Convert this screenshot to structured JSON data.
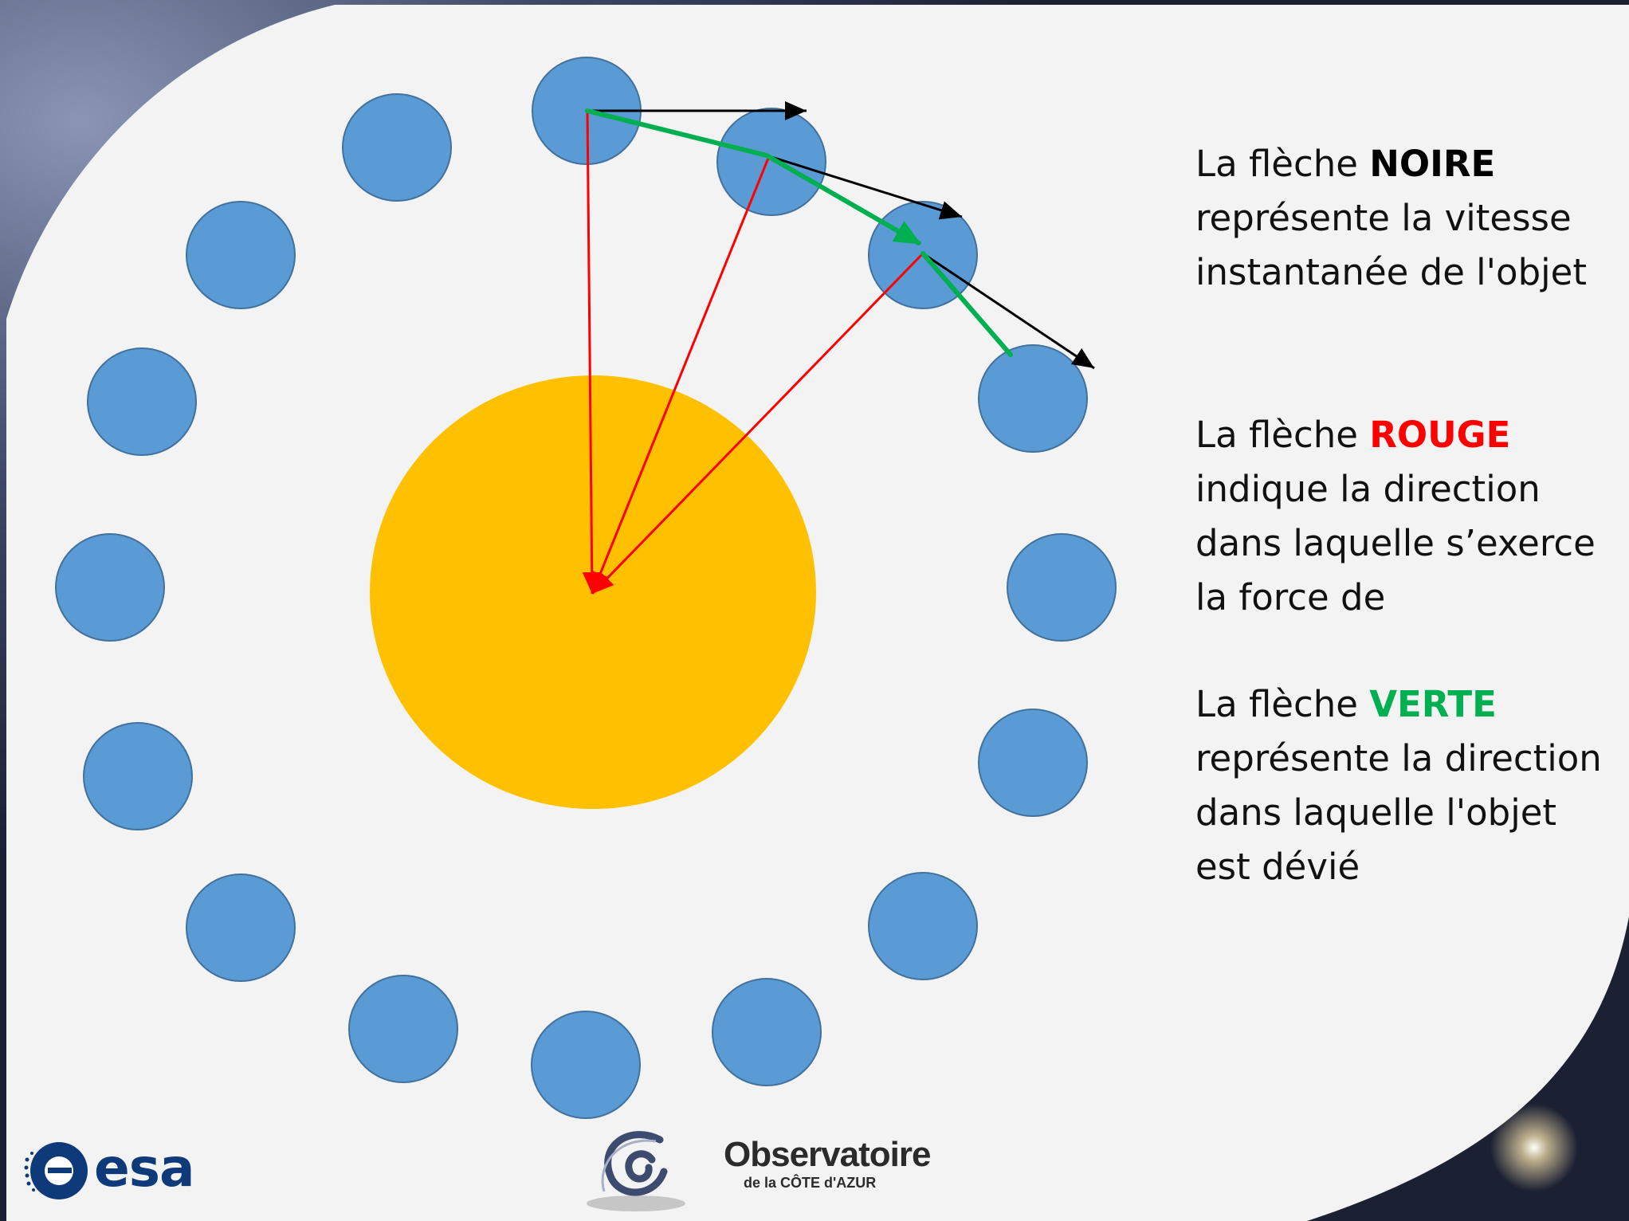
{
  "legend": {
    "black": {
      "prefix": "La flèche ",
      "keyword": "NOIRE",
      "rest": "représente la vitesse instantanée de l'objet",
      "color": "#000000"
    },
    "red": {
      "prefix": "La flèche ",
      "keyword": "ROUGE",
      "rest": "indique la direction dans laquelle s’exerce la force de",
      "color": "#ff0000"
    },
    "green": {
      "prefix": "La flèche ",
      "keyword": "VERTE",
      "rest": "représente la direction dans laquelle l'objet est dévié",
      "color": "#00b050"
    }
  },
  "colors": {
    "sun": "#ffc000",
    "planet_fill": "#5b9bd5",
    "planet_stroke": "#41719c",
    "black_arrow": "#000000",
    "red_arrow": "#ff0000",
    "green_arrow": "#00b050"
  },
  "logos": {
    "esa": {
      "text": "esa",
      "icon": "esa-logo-icon"
    },
    "oca": {
      "title": "Observatoire",
      "subtitle": "de la CÔTE d'AZUR",
      "icon": "oca-spiral-logo-icon"
    }
  }
}
